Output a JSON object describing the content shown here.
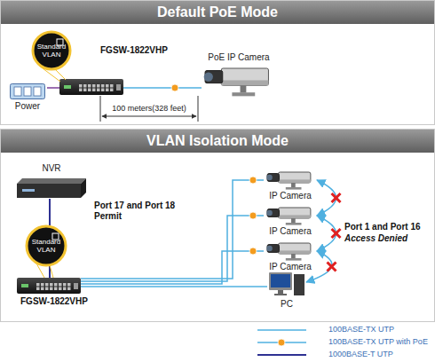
{
  "diagram": {
    "nodes": [
      {
        "text": [
          "Default PoE Mode"
        ]
      },
      {
        "text": [
          "Power"
        ],
        "in": 0
      },
      {
        "text": [
          "FGSW-1822VHP"
        ],
        "in": 0
      },
      {
        "text": [
          "PoE IP Camera"
        ],
        "in": 0
      },
      {
        "text": [
          "VLAN Isolation Mode"
        ]
      },
      {
        "text": [
          "NVR"
        ],
        "in": 4
      },
      {
        "text": [
          "FGSW-1822VHP"
        ],
        "in": 4
      },
      {
        "text": [
          "IP Camera"
        ],
        "in": 4
      },
      {
        "text": [
          "IP Camera"
        ],
        "in": 4
      },
      {
        "text": [
          "IP Camera"
        ],
        "in": 4
      },
      {
        "text": [
          "PC"
        ],
        "in": 4
      }
    ],
    "edges": [
      {
        "from": 1,
        "to": 2,
        "arrow": "none"
      },
      {
        "from": 2,
        "to": 3,
        "arrow": "none"
      },
      {
        "from": 6,
        "to": 5,
        "arrow": "none",
        "label": "Port 17 and Port 18 Permit"
      },
      {
        "from": 6,
        "to": 7,
        "arrow": "none"
      },
      {
        "from": 6,
        "to": 8,
        "arrow": "none"
      },
      {
        "from": 6,
        "to": 9,
        "arrow": "none"
      },
      {
        "from": 6,
        "to": 10,
        "arrow": "none"
      },
      {
        "from": 7,
        "to": 8,
        "arrow": "both"
      },
      {
        "from": 8,
        "to": 9,
        "arrow": "both"
      },
      {
        "from": 9,
        "to": 10,
        "arrow": "both"
      }
    ],
    "labels": [
      "Standard VLAN",
      "100 meters(328 feet)",
      "Standard VLAN",
      "Port 1 and Port 16",
      "Access Denied"
    ],
    "legend": [
      {
        "text": "100BASE-TX UTP"
      },
      {
        "text": "100BASE-TX UTP with PoE"
      },
      {
        "text": "1000BASE-T UTP"
      }
    ]
  }
}
